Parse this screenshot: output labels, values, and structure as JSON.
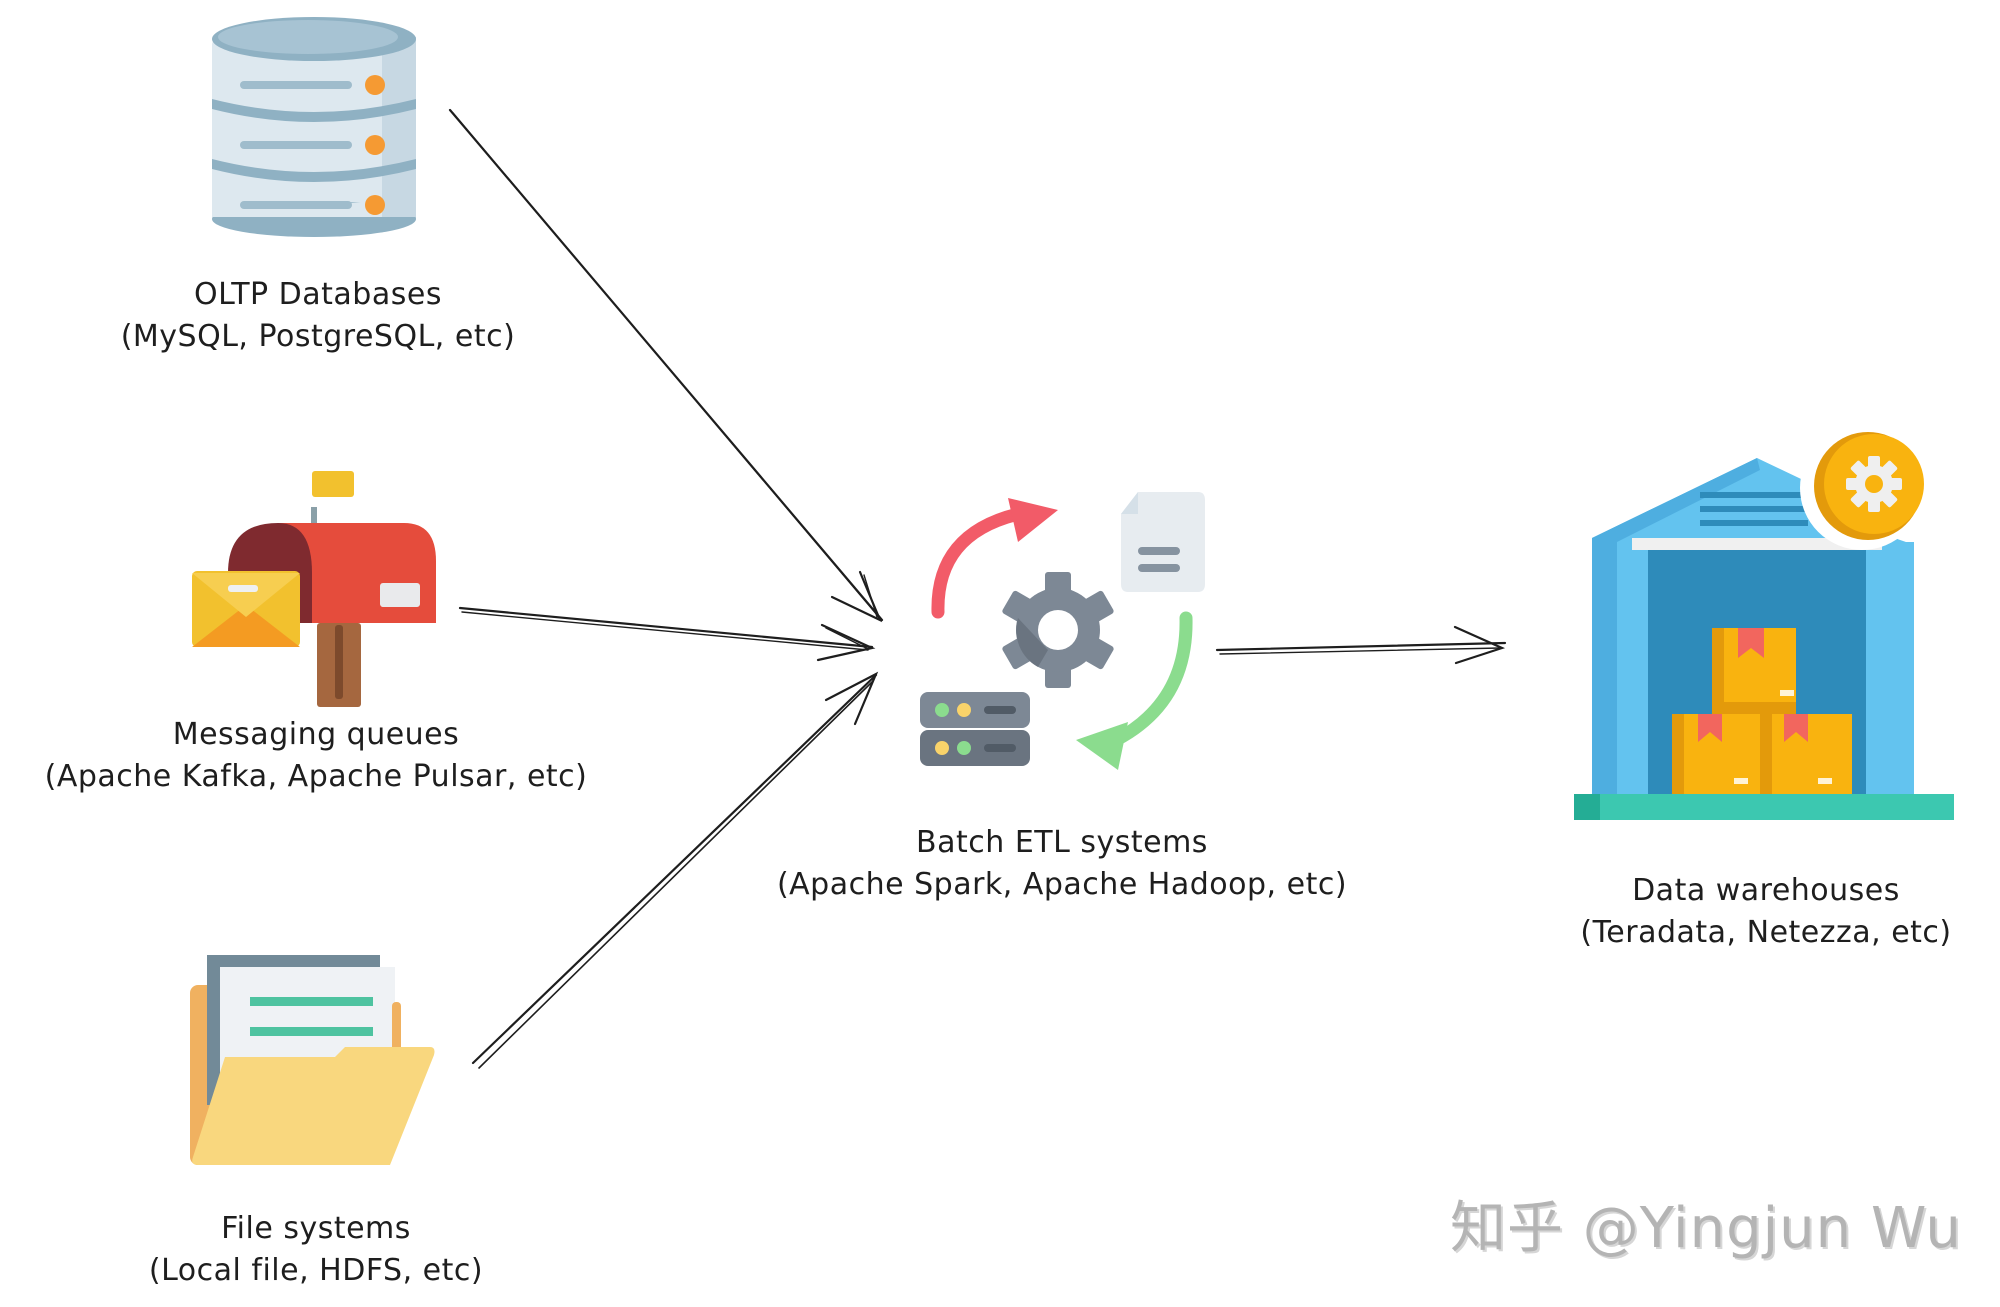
{
  "diagram": {
    "type": "data-pipeline-flow",
    "nodes": [
      {
        "id": "oltp",
        "icon": "database-icon",
        "title": "OLTP Databases",
        "subtitle": "(MySQL, PostgreSQL, etc)"
      },
      {
        "id": "mq",
        "icon": "mailbox-icon",
        "title": "Messaging queues",
        "subtitle": "(Apache Kafka, Apache Pulsar, etc)"
      },
      {
        "id": "fs",
        "icon": "folder-icon",
        "title": "File systems",
        "subtitle": "(Local file, HDFS, etc)"
      },
      {
        "id": "etl",
        "icon": "etl-cycle-icon",
        "title": "Batch ETL systems",
        "subtitle": "(Apache Spark, Apache Hadoop, etc)"
      },
      {
        "id": "dw",
        "icon": "warehouse-icon",
        "title": "Data warehouses",
        "subtitle": "(Teradata, Netezza, etc)"
      }
    ],
    "edges": [
      {
        "from": "oltp",
        "to": "etl"
      },
      {
        "from": "mq",
        "to": "etl"
      },
      {
        "from": "fs",
        "to": "etl"
      },
      {
        "from": "etl",
        "to": "dw"
      }
    ]
  },
  "watermark": "知乎 @Yingjun Wu",
  "colors": {
    "text": "#1e1e1e",
    "arrow": "#1e1e1e",
    "watermark": "#b4b4b4",
    "db_body": "#dde8ef",
    "db_dark": "#8fb1c3",
    "db_dot": "#f59a33",
    "mailbox_red": "#e54c3c",
    "mailbox_dark": "#7f2a2f",
    "envelope": "#f2c12e",
    "folder": "#f9d77e",
    "folder_back": "#f0b160",
    "folder_line": "#4ec3a0",
    "etl_red": "#f25b68",
    "etl_green": "#8bdc8e",
    "gear": "#7d8895",
    "warehouse_light": "#63c3ef",
    "warehouse_dark": "#2e8bba",
    "box": "#f9b30f",
    "floor": "#3cc8b0",
    "gear_badge": "#f9b30f"
  }
}
